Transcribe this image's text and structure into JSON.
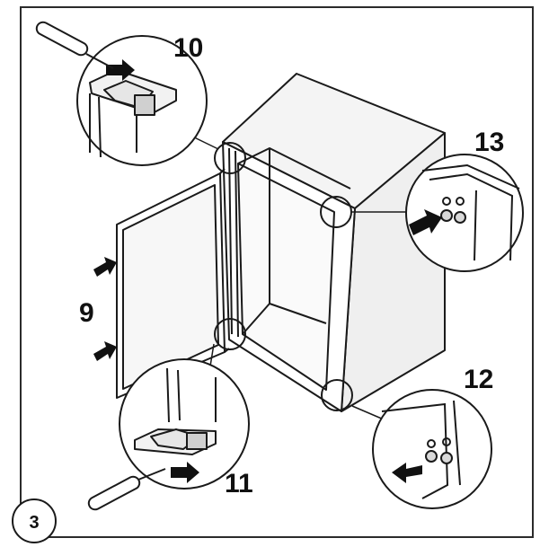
{
  "figure": {
    "step_number": "3",
    "callouts": {
      "door_push": "9",
      "top_hinge": "10",
      "bottom_hinge": "11",
      "bottom_right_corner": "12",
      "top_right_corner": "13"
    }
  },
  "colors": {
    "line": "#1a1a1a",
    "frame": "#2b2b2b",
    "arrow_fill": "#111111",
    "background": "#ffffff",
    "surface_light": "#f4f4f4",
    "surface_mid": "#d9d9d9"
  },
  "icons": [
    "screwdriver-icon",
    "push-arrow-icon"
  ]
}
